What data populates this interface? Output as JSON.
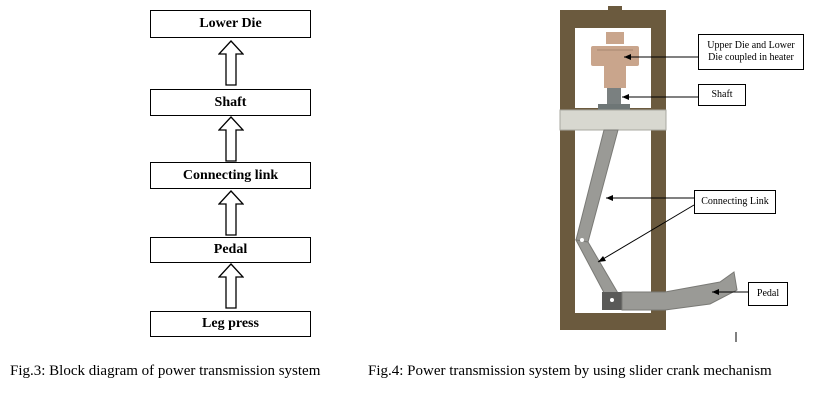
{
  "block_diagram": {
    "blocks": [
      "Lower Die",
      "Shaft",
      "Connecting link",
      "Pedal",
      "Leg press"
    ]
  },
  "mechanism": {
    "labels": {
      "dies": "Upper Die and Lower Die coupled in heater",
      "shaft": "Shaft",
      "link": "Connecting Link",
      "pedal": "Pedal"
    },
    "colors": {
      "frame": "#6b5a3e",
      "plate": "#d8d8d0",
      "link": "#9a9a96",
      "die": "#c9a58c"
    }
  },
  "captions": {
    "fig3": "Fig.3: Block diagram of power transmission system",
    "fig4": "Fig.4: Power transmission system by using slider crank mechanism"
  }
}
